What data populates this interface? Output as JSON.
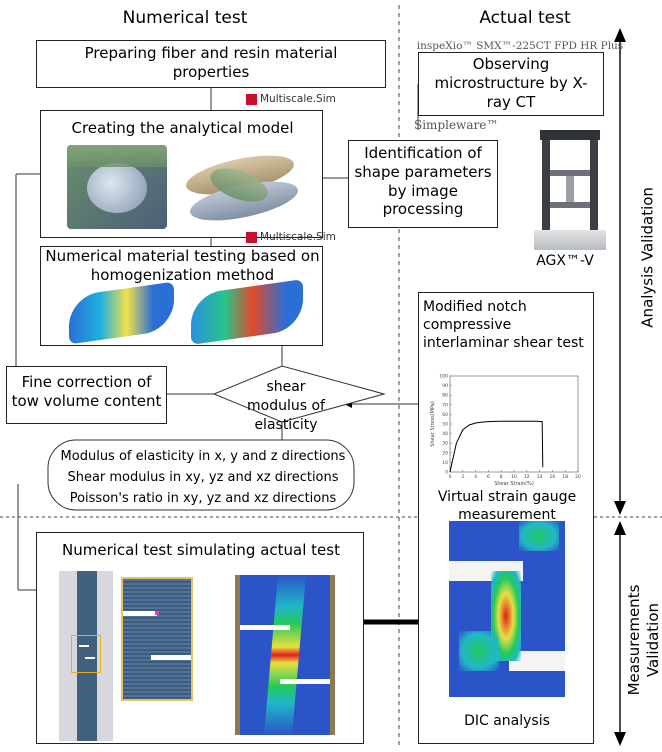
{
  "headers": {
    "numerical": "Numerical test",
    "actual": "Actual test"
  },
  "left": {
    "prep": "Preparing fiber and resin material properties",
    "model_title": "Creating the analytical model",
    "homog_title": "Numerical material testing based on homogenization method",
    "fine_correction": "Fine correction of tow volume content",
    "shear_decision": "shear modulus of elasticity",
    "properties": [
      "Modulus of elasticity in x, y and z directions",
      "Shear modulus in xy, yz and xz directions",
      "Poisson's ratio in xy, yz and xz directions"
    ],
    "sim_title": "Numerical test simulating actual test"
  },
  "logos": {
    "multiscale": "Multiscale.Sim",
    "inspexio": "inspeXio™ SMX™-225CT FPD HR Plus",
    "simpleware": "Simpleware™"
  },
  "right": {
    "observe": "Observing microstructure by X-ray CT",
    "identify": "Identification of shape parameters by image processing",
    "agx": "AGX™-V",
    "notch_title": "Modified notch compressive interlaminar shear test",
    "virtual_gauge": "Virtual strain gauge measurement",
    "dic": "DIC analysis",
    "plot_ylabel": "Shear Stress(MPa)",
    "plot_xlabel": "Shear Strain(%)"
  },
  "side_labels": {
    "analysis": "Analysis Validation",
    "measurements": "Measurements Validation"
  },
  "chart_data": {
    "type": "line",
    "x": [
      0,
      1,
      2,
      3,
      4,
      5,
      6,
      7,
      8,
      9,
      10,
      11,
      12,
      13,
      13.5,
      14.4,
      14.5
    ],
    "series": [
      {
        "values": [
          0,
          30,
          44,
          49,
          51,
          52,
          52.5,
          52.7,
          52.8,
          52.8,
          52.8,
          52.8,
          52.8,
          52.8,
          52.8,
          52.5,
          5
        ]
      }
    ],
    "xlabel": "Shear Strain(%)",
    "ylabel": "Shear Stress(MPa)",
    "xlim": [
      0,
      20
    ],
    "ylim": [
      0,
      100
    ],
    "xticks": [
      "0",
      "2",
      "4",
      "6",
      "8",
      "10",
      "12",
      "14",
      "16",
      "18",
      "20"
    ],
    "yticks": [
      "0",
      "10",
      "20",
      "30",
      "40",
      "50",
      "60",
      "70",
      "80",
      "90",
      "100"
    ]
  }
}
